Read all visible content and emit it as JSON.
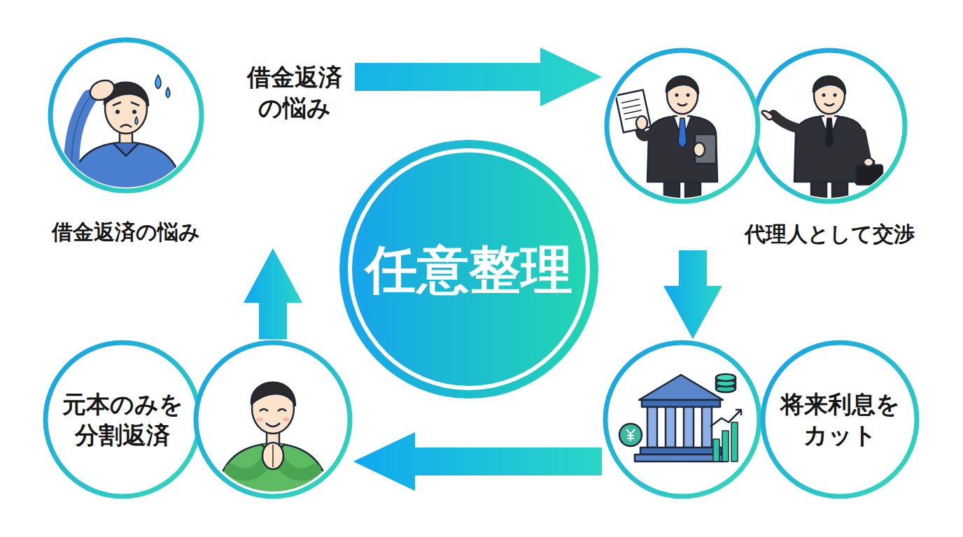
{
  "diagram": {
    "nodes": [
      {
        "text": [
          "借金返済の悩み"
        ]
      },
      {
        "text": [
          "代理人として交渉"
        ]
      },
      {
        "text": [
          "任意整理"
        ]
      },
      {
        "text": [
          "将来利息を カット"
        ]
      },
      {
        "text": [
          "元本のみを 分割返済"
        ]
      }
    ],
    "edges": [
      {
        "from": 0,
        "to": 1,
        "arrow": "to",
        "label": "借金返済 の悩み"
      },
      {
        "from": 1,
        "to": 3,
        "arrow": "to"
      },
      {
        "from": 3,
        "to": 4,
        "arrow": "to"
      },
      {
        "from": 4,
        "to": 0,
        "arrow": "to"
      }
    ]
  }
}
